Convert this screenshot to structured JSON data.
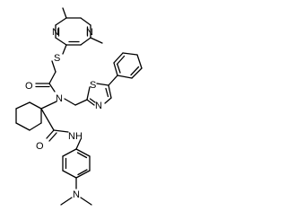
{
  "molecule": {
    "atoms": {
      "n_pyr_1": "N",
      "n_pyr_2": "N",
      "s_thioether": "S",
      "o_amide_1": "O",
      "n_amide_1": "N",
      "s_thiazole": "S",
      "n_thiazole": "N",
      "o_amide_2": "O",
      "nh_amide_2": "NH",
      "n_dimethylamino": "N"
    },
    "colors": {
      "bond": "#000000",
      "label": "#000000",
      "background": "#ffffff"
    }
  }
}
